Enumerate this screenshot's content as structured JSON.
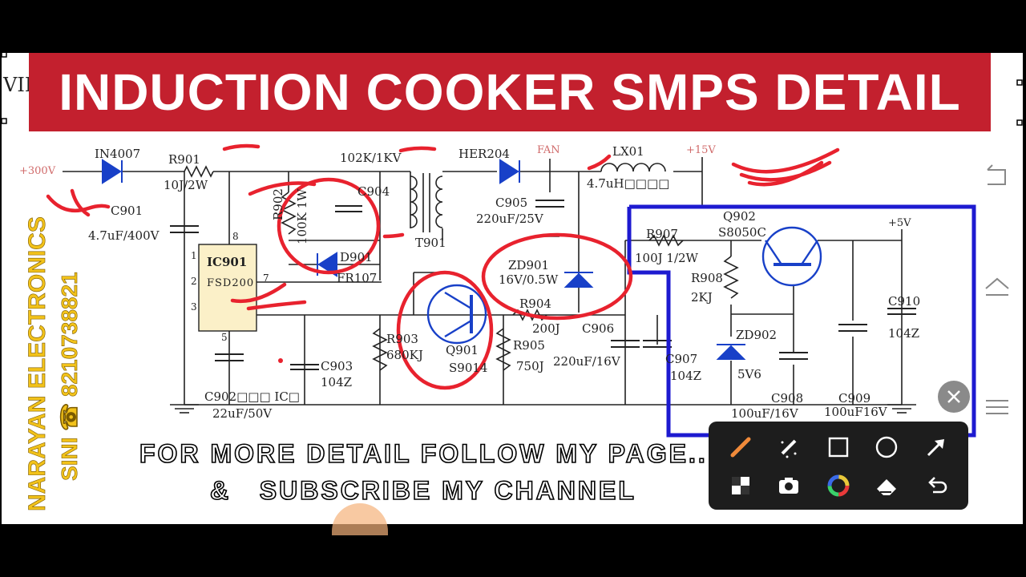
{
  "banner": {
    "title": "INDUCTION COOKER SMPS DETAIL"
  },
  "edge_text": "VII",
  "watermark": {
    "line1": "NARAYAN ELECTRONICS",
    "line2": "SINI ☎ 8210738821"
  },
  "footer": {
    "line1": "FOR MORE DETAIL FOLLOW MY PAGE..",
    "line2": "&   SUBSCRIBE MY CHANNEL"
  },
  "labels": {
    "v300": "+300V",
    "in4007": "IN4007",
    "r901": "R901",
    "r901v": "10J/2W",
    "c901": "C901",
    "c901v": "4.7uF/400V",
    "r902v": "100K 1W",
    "r902": "R902",
    "c904": "C904",
    "c904v": "102K/1KV",
    "t901": "T901",
    "d901": "D901",
    "d901v": "FR107",
    "ic901": "IC901",
    "fsd200": "FSD200",
    "pin8": "8",
    "pin1": "1",
    "pin2": "2",
    "pin3": "3",
    "pin7": "7",
    "pin5": "5",
    "c902": "C902□□□ IC□",
    "c902v": "22uF/50V",
    "c903": "C903",
    "c903v": "104Z",
    "her204": "HER204",
    "fan": "FAN",
    "c905": "C905",
    "c905v": "220uF/25V",
    "lx01": "LX01",
    "lx01v": "4.7uH□□□□",
    "v15": "+15V",
    "zd901": "ZD901",
    "zd901v": "16V/0.5W",
    "r903": "R903",
    "r903v": "680KJ",
    "q901": "Q901",
    "q901v": "S9014",
    "r904": "R904",
    "r904v": "200J",
    "r905": "R905",
    "r905v": "750J",
    "c906": "C906",
    "c906v": "220uF/16V",
    "c907": "C907",
    "c907v": "104Z",
    "q902": "Q902",
    "q902v": "S8050C",
    "v5": "+5V",
    "r907": "R907",
    "r907v": "100J  1/2W",
    "r908": "R908",
    "r908v": "2KJ",
    "zd902": "ZD902",
    "zd902v": "5V6",
    "c908": "C908",
    "c908v": "100uF/16V",
    "c909": "C909",
    "c909v": "100uF16V",
    "c910": "C910",
    "c910v": "104Z"
  },
  "toolbar": {
    "tools": [
      "pen-icon",
      "magic-wand-icon",
      "square-icon",
      "circle-icon",
      "arrow-icon",
      "mosaic-icon",
      "camera-icon",
      "color-picker-icon",
      "eraser-icon",
      "undo-icon"
    ]
  },
  "colors": {
    "banner": "#c3202e",
    "annotation_red": "#e8222e",
    "highlight_box": "#1d1ad0",
    "schematic_blue": "#1840c8",
    "watermark": "#f2c21a"
  }
}
